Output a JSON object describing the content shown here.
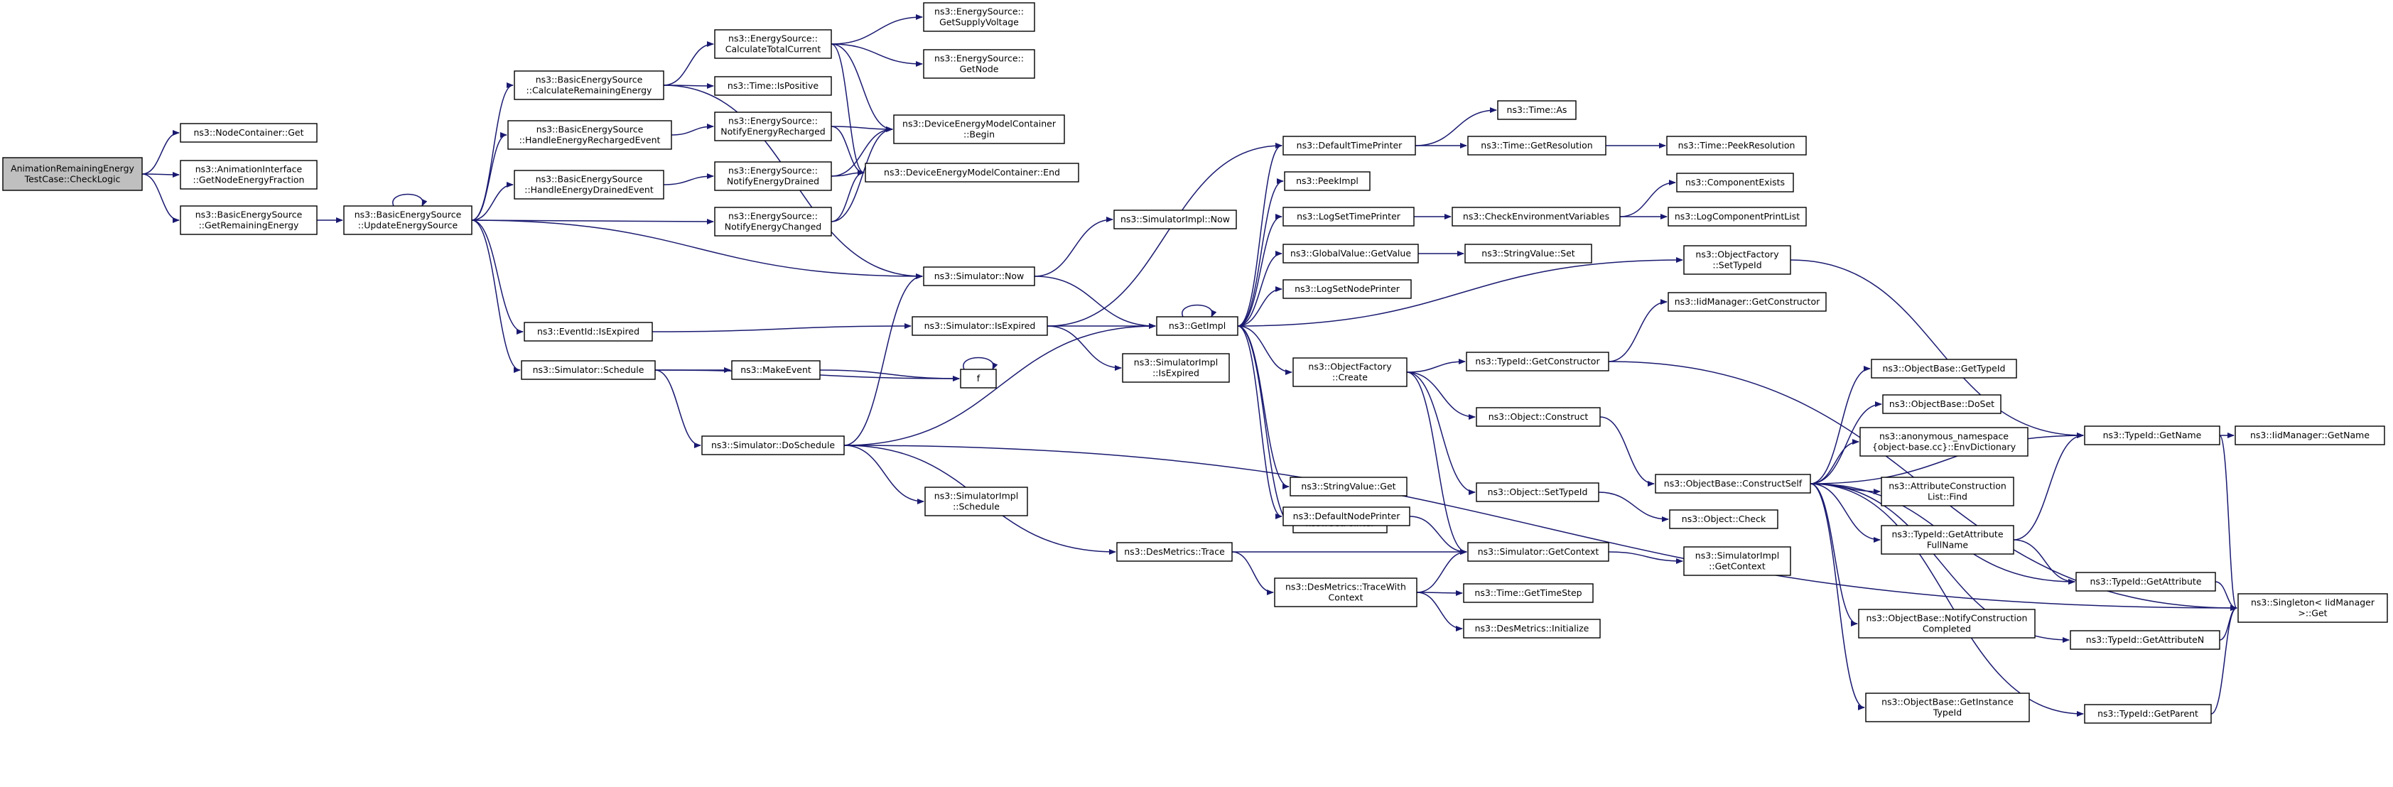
{
  "nodes": [
    {
      "id": "root",
      "lines": [
        "AnimationRemainingEnergy",
        "TestCase::CheckLogic"
      ],
      "fill": "#bfbfbf",
      "border": "#000000"
    },
    {
      "id": "nc_get",
      "lines": [
        "ns3::NodeContainer::Get"
      ]
    },
    {
      "id": "ai_gnef",
      "lines": [
        "ns3::AnimationInterface",
        "::GetNodeEnergyFraction"
      ]
    },
    {
      "id": "bes_gre",
      "lines": [
        "ns3::BasicEnergySource",
        "::GetRemainingEnergy"
      ]
    },
    {
      "id": "bes_ues",
      "lines": [
        "ns3::BasicEnergySource",
        "::UpdateEnergySource"
      ]
    },
    {
      "id": "bes_cre",
      "lines": [
        "ns3::BasicEnergySource",
        "::CalculateRemainingEnergy"
      ]
    },
    {
      "id": "bes_herec",
      "lines": [
        "ns3::BasicEnergySource",
        "::HandleEnergyRechargedEvent"
      ]
    },
    {
      "id": "bes_hdrain",
      "lines": [
        "ns3::BasicEnergySource",
        "::HandleEnergyDrainedEvent"
      ]
    },
    {
      "id": "eid_isexp",
      "lines": [
        "ns3::EventId::IsExpired"
      ]
    },
    {
      "id": "sim_sched",
      "lines": [
        "ns3::Simulator::Schedule"
      ]
    },
    {
      "id": "es_ctc",
      "lines": [
        "ns3::EnergySource::",
        "CalculateTotalCurrent"
      ]
    },
    {
      "id": "time_ispos",
      "lines": [
        "ns3::Time::IsPositive"
      ]
    },
    {
      "id": "es_ner",
      "lines": [
        "ns3::EnergySource::",
        "NotifyEnergyRecharged"
      ]
    },
    {
      "id": "es_ned",
      "lines": [
        "ns3::EnergySource::",
        "NotifyEnergyDrained"
      ]
    },
    {
      "id": "es_nec",
      "lines": [
        "ns3::EnergySource::",
        "NotifyEnergyChanged"
      ]
    },
    {
      "id": "es_gsv",
      "lines": [
        "ns3::EnergySource::",
        "GetSupplyVoltage"
      ]
    },
    {
      "id": "es_gn",
      "lines": [
        "ns3::EnergySource::",
        "GetNode"
      ]
    },
    {
      "id": "demc_begin",
      "lines": [
        "ns3::DeviceEnergyModelContainer",
        "::Begin"
      ]
    },
    {
      "id": "demc_end",
      "lines": [
        "ns3::DeviceEnergyModelContainer::End"
      ]
    },
    {
      "id": "simimpl_now",
      "lines": [
        "ns3::SimulatorImpl::Now"
      ]
    },
    {
      "id": "sim_now",
      "lines": [
        "ns3::Simulator::Now"
      ]
    },
    {
      "id": "sim_isexp",
      "lines": [
        "ns3::Simulator::IsExpired"
      ]
    },
    {
      "id": "makeevent",
      "lines": [
        "ns3::MakeEvent"
      ]
    },
    {
      "id": "f",
      "lines": [
        "f"
      ]
    },
    {
      "id": "sim_dosched",
      "lines": [
        "ns3::Simulator::DoSchedule"
      ]
    },
    {
      "id": "simimpl_isexp",
      "lines": [
        "ns3::SimulatorImpl",
        "::IsExpired"
      ]
    },
    {
      "id": "simimpl_sched",
      "lines": [
        "ns3::SimulatorImpl",
        "::Schedule"
      ]
    },
    {
      "id": "desm_trace",
      "lines": [
        "ns3::DesMetrics::Trace"
      ]
    },
    {
      "id": "desm_twc",
      "lines": [
        "ns3::DesMetrics::TraceWith",
        "Context"
      ]
    },
    {
      "id": "getimpl",
      "lines": [
        "ns3::GetImpl"
      ]
    },
    {
      "id": "deftp",
      "lines": [
        "ns3::DefaultTimePrinter"
      ]
    },
    {
      "id": "peekimpl",
      "lines": [
        "ns3::PeekImpl"
      ]
    },
    {
      "id": "logstp",
      "lines": [
        "ns3::LogSetTimePrinter"
      ]
    },
    {
      "id": "gv_get",
      "lines": [
        "ns3::GlobalValue::GetValue"
      ]
    },
    {
      "id": "logsnp",
      "lines": [
        "ns3::LogSetNodePrinter"
      ]
    },
    {
      "id": "of_create",
      "lines": [
        "ns3::ObjectFactory",
        "::Create"
      ]
    },
    {
      "id": "sv_get",
      "lines": [
        "ns3::StringValue::Get"
      ]
    },
    {
      "id": "getptr",
      "lines": [
        "ns3::GetPointer"
      ]
    },
    {
      "id": "defnp",
      "lines": [
        "ns3::DefaultNodePrinter"
      ]
    },
    {
      "id": "time_as",
      "lines": [
        "ns3::Time::As"
      ]
    },
    {
      "id": "time_getres",
      "lines": [
        "ns3::Time::GetResolution"
      ]
    },
    {
      "id": "time_peekres",
      "lines": [
        "ns3::Time::PeekResolution"
      ],
      "border": "#ff0000"
    },
    {
      "id": "checkenv",
      "lines": [
        "ns3::CheckEnvironmentVariables"
      ]
    },
    {
      "id": "compexists",
      "lines": [
        "ns3::ComponentExists"
      ],
      "border": "#ff0000"
    },
    {
      "id": "logcpl",
      "lines": [
        "ns3::LogComponentPrintList"
      ],
      "border": "#ff0000"
    },
    {
      "id": "sv_set",
      "lines": [
        "ns3::StringValue::Set"
      ]
    },
    {
      "id": "of_settid",
      "lines": [
        "ns3::ObjectFactory",
        "::SetTypeId"
      ]
    },
    {
      "id": "iidm_getctor",
      "lines": [
        "ns3::IidManager::GetConstructor"
      ],
      "border": "#ff0000"
    },
    {
      "id": "tid_getctor",
      "lines": [
        "ns3::TypeId::GetConstructor"
      ]
    },
    {
      "id": "obj_construct",
      "lines": [
        "ns3::Object::Construct"
      ]
    },
    {
      "id": "obj_settid",
      "lines": [
        "ns3::Object::SetTypeId"
      ]
    },
    {
      "id": "obj_check",
      "lines": [
        "ns3::Object::Check"
      ],
      "border": "#ff0000"
    },
    {
      "id": "sim_getctx",
      "lines": [
        "ns3::Simulator::GetContext"
      ]
    },
    {
      "id": "simimpl_getctx",
      "lines": [
        "ns3::SimulatorImpl",
        "::GetContext"
      ]
    },
    {
      "id": "time_getts",
      "lines": [
        "ns3::Time::GetTimeStep"
      ]
    },
    {
      "id": "desm_init",
      "lines": [
        "ns3::DesMetrics::Initialize"
      ],
      "border": "#ff0000"
    },
    {
      "id": "ob_getTid",
      "lines": [
        "ns3::ObjectBase::GetTypeId"
      ],
      "border": "#ff0000"
    },
    {
      "id": "ob_doset",
      "lines": [
        "ns3::ObjectBase::DoSet"
      ]
    },
    {
      "id": "anon_envdict",
      "lines": [
        "ns3::anonymous_namespace",
        "{object-base.cc}::EnvDictionary"
      ]
    },
    {
      "id": "ob_cself",
      "lines": [
        "ns3::ObjectBase::ConstructSelf"
      ]
    },
    {
      "id": "acl_find",
      "lines": [
        "ns3::AttributeConstruction",
        "List::Find"
      ]
    },
    {
      "id": "tid_gafn",
      "lines": [
        "ns3::TypeId::GetAttribute",
        "FullName"
      ]
    },
    {
      "id": "ob_ncc",
      "lines": [
        "ns3::ObjectBase::NotifyConstruction",
        "Completed"
      ]
    },
    {
      "id": "ob_git",
      "lines": [
        "ns3::ObjectBase::GetInstance",
        "TypeId"
      ]
    },
    {
      "id": "tid_getname",
      "lines": [
        "ns3::TypeId::GetName"
      ]
    },
    {
      "id": "iidm_getname",
      "lines": [
        "ns3::IidManager::GetName"
      ],
      "border": "#ff0000"
    },
    {
      "id": "tid_getattr",
      "lines": [
        "ns3::TypeId::GetAttribute"
      ],
      "border": "#ff0000"
    },
    {
      "id": "tid_getattrn",
      "lines": [
        "ns3::TypeId::GetAttributeN"
      ],
      "border": "#ff0000"
    },
    {
      "id": "tid_getparent",
      "lines": [
        "ns3::TypeId::GetParent"
      ],
      "border": "#ff0000"
    },
    {
      "id": "singleton_get",
      "lines": [
        "ns3::Singleton< IidManager",
        ">::Get"
      ]
    }
  ],
  "edges": [
    [
      "root",
      "nc_get"
    ],
    [
      "root",
      "ai_gnef"
    ],
    [
      "root",
      "bes_gre"
    ],
    [
      "bes_gre",
      "bes_ues"
    ],
    [
      "bes_ues",
      "bes_ues"
    ],
    [
      "bes_ues",
      "bes_cre"
    ],
    [
      "bes_ues",
      "bes_herec"
    ],
    [
      "bes_ues",
      "bes_hdrain"
    ],
    [
      "bes_ues",
      "es_nec"
    ],
    [
      "bes_ues",
      "sim_now"
    ],
    [
      "bes_ues",
      "eid_isexp"
    ],
    [
      "bes_ues",
      "sim_sched"
    ],
    [
      "bes_cre",
      "es_ctc"
    ],
    [
      "bes_cre",
      "time_ispos"
    ],
    [
      "bes_cre",
      "sim_now"
    ],
    [
      "bes_herec",
      "es_ner"
    ],
    [
      "bes_hdrain",
      "es_ned"
    ],
    [
      "es_ctc",
      "es_gsv"
    ],
    [
      "es_ctc",
      "es_gn"
    ],
    [
      "es_ctc",
      "demc_begin"
    ],
    [
      "es_ctc",
      "demc_end"
    ],
    [
      "es_ner",
      "demc_begin"
    ],
    [
      "es_ner",
      "demc_end"
    ],
    [
      "es_ned",
      "demc_begin"
    ],
    [
      "es_ned",
      "demc_end"
    ],
    [
      "es_nec",
      "demc_begin"
    ],
    [
      "es_nec",
      "demc_end"
    ],
    [
      "eid_isexp",
      "sim_isexp"
    ],
    [
      "sim_sched",
      "makeevent"
    ],
    [
      "sim_sched",
      "f"
    ],
    [
      "sim_sched",
      "sim_dosched"
    ],
    [
      "makeevent",
      "f"
    ],
    [
      "f",
      "f"
    ],
    [
      "sim_now",
      "simimpl_now"
    ],
    [
      "sim_now",
      "getimpl"
    ],
    [
      "sim_isexp",
      "getimpl"
    ],
    [
      "sim_isexp",
      "simimpl_isexp"
    ],
    [
      "sim_isexp",
      "deftp"
    ],
    [
      "sim_dosched",
      "sim_now"
    ],
    [
      "sim_dosched",
      "getimpl"
    ],
    [
      "sim_dosched",
      "simimpl_sched"
    ],
    [
      "sim_dosched",
      "desm_trace"
    ],
    [
      "sim_dosched",
      "singleton_get"
    ],
    [
      "desm_trace",
      "sim_getctx"
    ],
    [
      "desm_trace",
      "desm_twc"
    ],
    [
      "desm_twc",
      "sim_getctx"
    ],
    [
      "desm_twc",
      "time_getts"
    ],
    [
      "desm_twc",
      "desm_init"
    ],
    [
      "getimpl",
      "deftp"
    ],
    [
      "getimpl",
      "peekimpl"
    ],
    [
      "getimpl",
      "logstp"
    ],
    [
      "getimpl",
      "gv_get"
    ],
    [
      "getimpl",
      "logsnp"
    ],
    [
      "getimpl",
      "of_settid"
    ],
    [
      "getimpl",
      "of_create"
    ],
    [
      "getimpl",
      "sv_get"
    ],
    [
      "getimpl",
      "getptr"
    ],
    [
      "getimpl",
      "defnp"
    ],
    [
      "getimpl",
      "getimpl"
    ],
    [
      "deftp",
      "time_as"
    ],
    [
      "deftp",
      "time_getres"
    ],
    [
      "time_getres",
      "time_peekres"
    ],
    [
      "logstp",
      "checkenv"
    ],
    [
      "checkenv",
      "compexists"
    ],
    [
      "checkenv",
      "logcpl"
    ],
    [
      "gv_get",
      "sv_set"
    ],
    [
      "of_create",
      "tid_getctor"
    ],
    [
      "of_create",
      "obj_construct"
    ],
    [
      "of_create",
      "obj_settid"
    ],
    [
      "of_create",
      "sim_getctx"
    ],
    [
      "tid_getctor",
      "iidm_getctor"
    ],
    [
      "tid_getctor",
      "singleton_get"
    ],
    [
      "obj_construct",
      "ob_cself"
    ],
    [
      "obj_settid",
      "obj_check"
    ],
    [
      "defnp",
      "sim_getctx"
    ],
    [
      "sim_getctx",
      "simimpl_getctx"
    ],
    [
      "of_settid",
      "tid_getname"
    ],
    [
      "ob_cself",
      "ob_getTid"
    ],
    [
      "ob_cself",
      "ob_doset"
    ],
    [
      "ob_cself",
      "anon_envdict"
    ],
    [
      "ob_cself",
      "acl_find"
    ],
    [
      "ob_cself",
      "tid_gafn"
    ],
    [
      "ob_cself",
      "tid_getattr"
    ],
    [
      "ob_cself",
      "ob_ncc"
    ],
    [
      "ob_cself",
      "tid_getattrn"
    ],
    [
      "ob_cself",
      "ob_git"
    ],
    [
      "ob_cself",
      "tid_getparent"
    ],
    [
      "ob_cself",
      "tid_getname"
    ],
    [
      "tid_gafn",
      "tid_getname"
    ],
    [
      "tid_gafn",
      "tid_getattr"
    ],
    [
      "tid_getname",
      "iidm_getname"
    ],
    [
      "tid_getname",
      "singleton_get"
    ],
    [
      "tid_getattr",
      "singleton_get"
    ],
    [
      "tid_getattrn",
      "singleton_get"
    ],
    [
      "tid_getparent",
      "singleton_get"
    ]
  ]
}
